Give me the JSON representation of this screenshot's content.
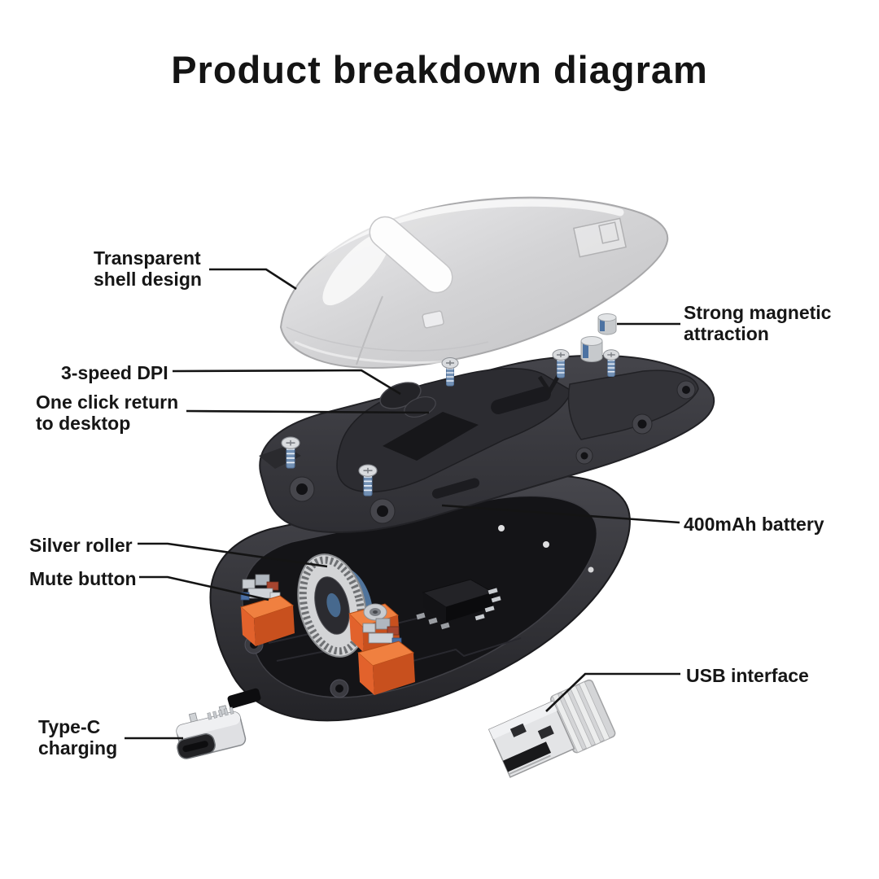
{
  "title": "Product breakdown diagram",
  "callouts": {
    "transparent_shell": {
      "line1": "Transparent",
      "line2": "shell design"
    },
    "magnetic_attraction": {
      "line1": "Strong magnetic",
      "line2": "attraction"
    },
    "dpi": {
      "line1": "3-speed DPI"
    },
    "one_click_return": {
      "line1": "One click return",
      "line2": "to desktop"
    },
    "battery": {
      "line1": "400mAh battery"
    },
    "silver_roller": {
      "line1": "Silver roller"
    },
    "mute_button": {
      "line1": "Mute button"
    },
    "usb_interface": {
      "line1": "USB interface"
    },
    "type_c": {
      "line1": "Type-C",
      "line2": "charging"
    }
  },
  "colors": {
    "background": "#ffffff",
    "text": "#161616",
    "leader_line": "#141414",
    "shell_gray": "#d6d6d8",
    "chassis_dark": "#36363b",
    "base_dark": "#2c2c31",
    "pcb_black": "#141417",
    "switch_orange": "#e2622c",
    "magnet_blue": "#4c72a2",
    "roller_silver": "#d3d4d6",
    "screw_thread_blue": "#7290b4",
    "metal_light": "#e3e4e6"
  }
}
